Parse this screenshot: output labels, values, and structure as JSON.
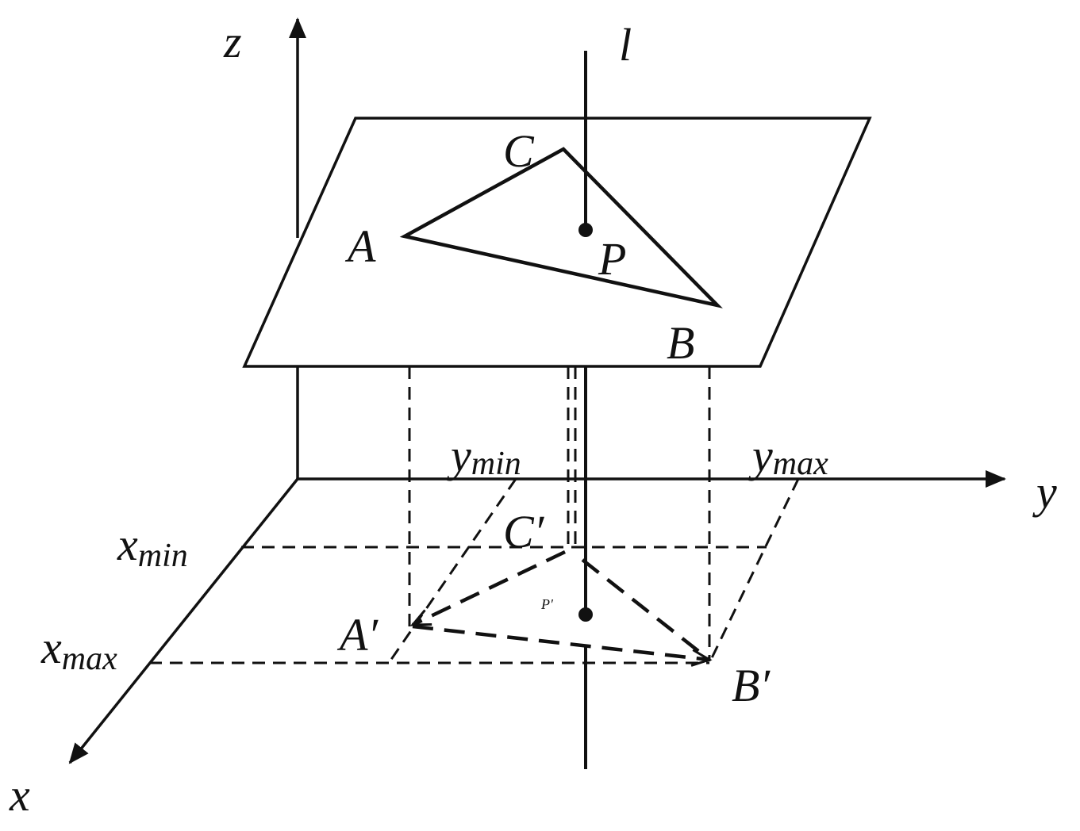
{
  "axes": {
    "x": "x",
    "y": "y",
    "z": "z"
  },
  "line_label": "l",
  "vertices": {
    "A": "A",
    "B": "B",
    "C": "C",
    "P": "P"
  },
  "projections": {
    "A": "A′",
    "B": "B′",
    "C": "C′",
    "P": "P′"
  },
  "bounds": {
    "x_min": {
      "base": "x",
      "sub": "min"
    },
    "x_max": {
      "base": "x",
      "sub": "max"
    },
    "y_min": {
      "base": "y",
      "sub": "min"
    },
    "y_max": {
      "base": "y",
      "sub": "max"
    }
  }
}
